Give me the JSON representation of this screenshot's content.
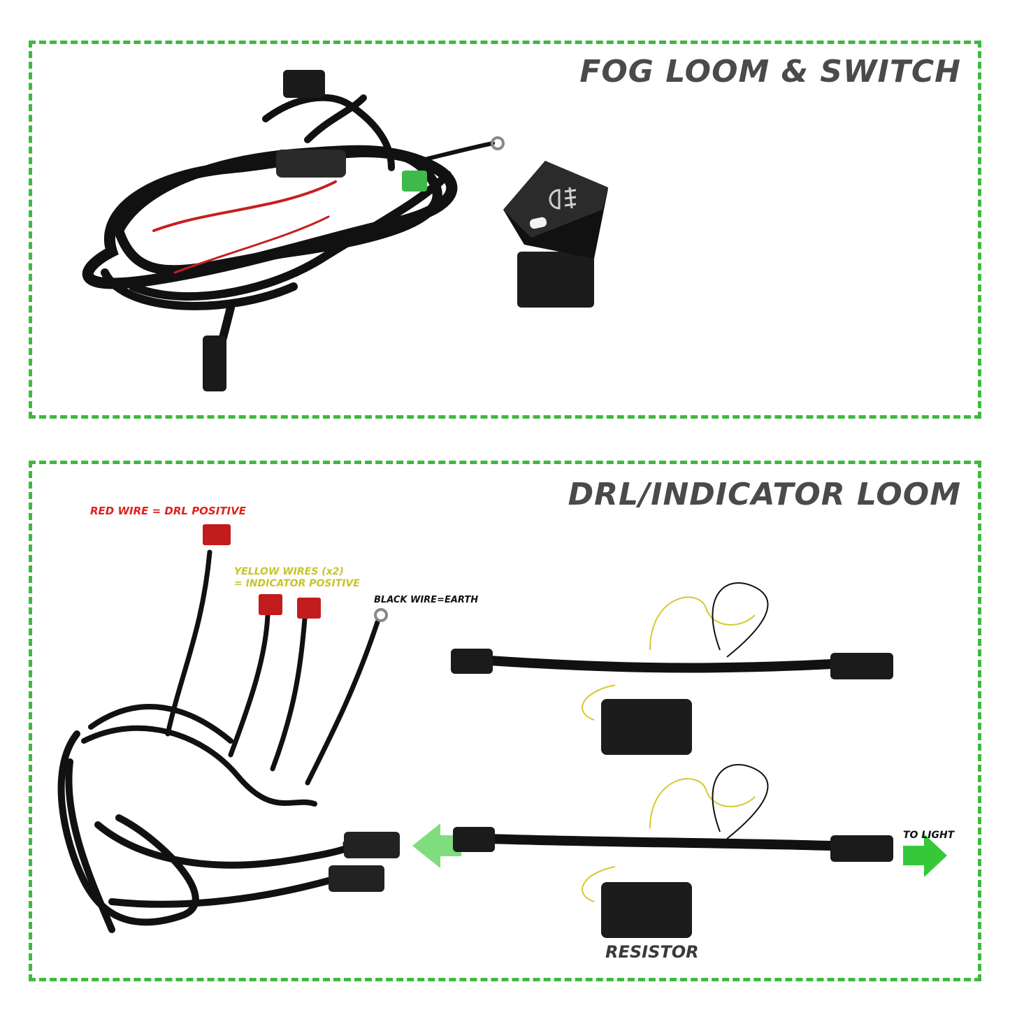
{
  "colors": {
    "border": "#3fb93f",
    "heading": "#4a4a4a",
    "red_label": "#e0221f",
    "yellow_label": "#c7c42a",
    "arrow_green": "#35c93a"
  },
  "top_panel": {
    "heading": "FOG LOOM & SWITCH"
  },
  "bottom_panel": {
    "heading": "DRL/INDICATOR LOOM",
    "labels": {
      "red_wire": "RED WIRE = DRL POSITIVE",
      "yellow_wires_line1": "YELLOW WIRES (x2)",
      "yellow_wires_line2": "= INDICATOR POSITIVE",
      "black_wire": "BLACK WIRE=EARTH",
      "to_light": "TO LIGHT",
      "resistor": "RESISTOR"
    }
  }
}
